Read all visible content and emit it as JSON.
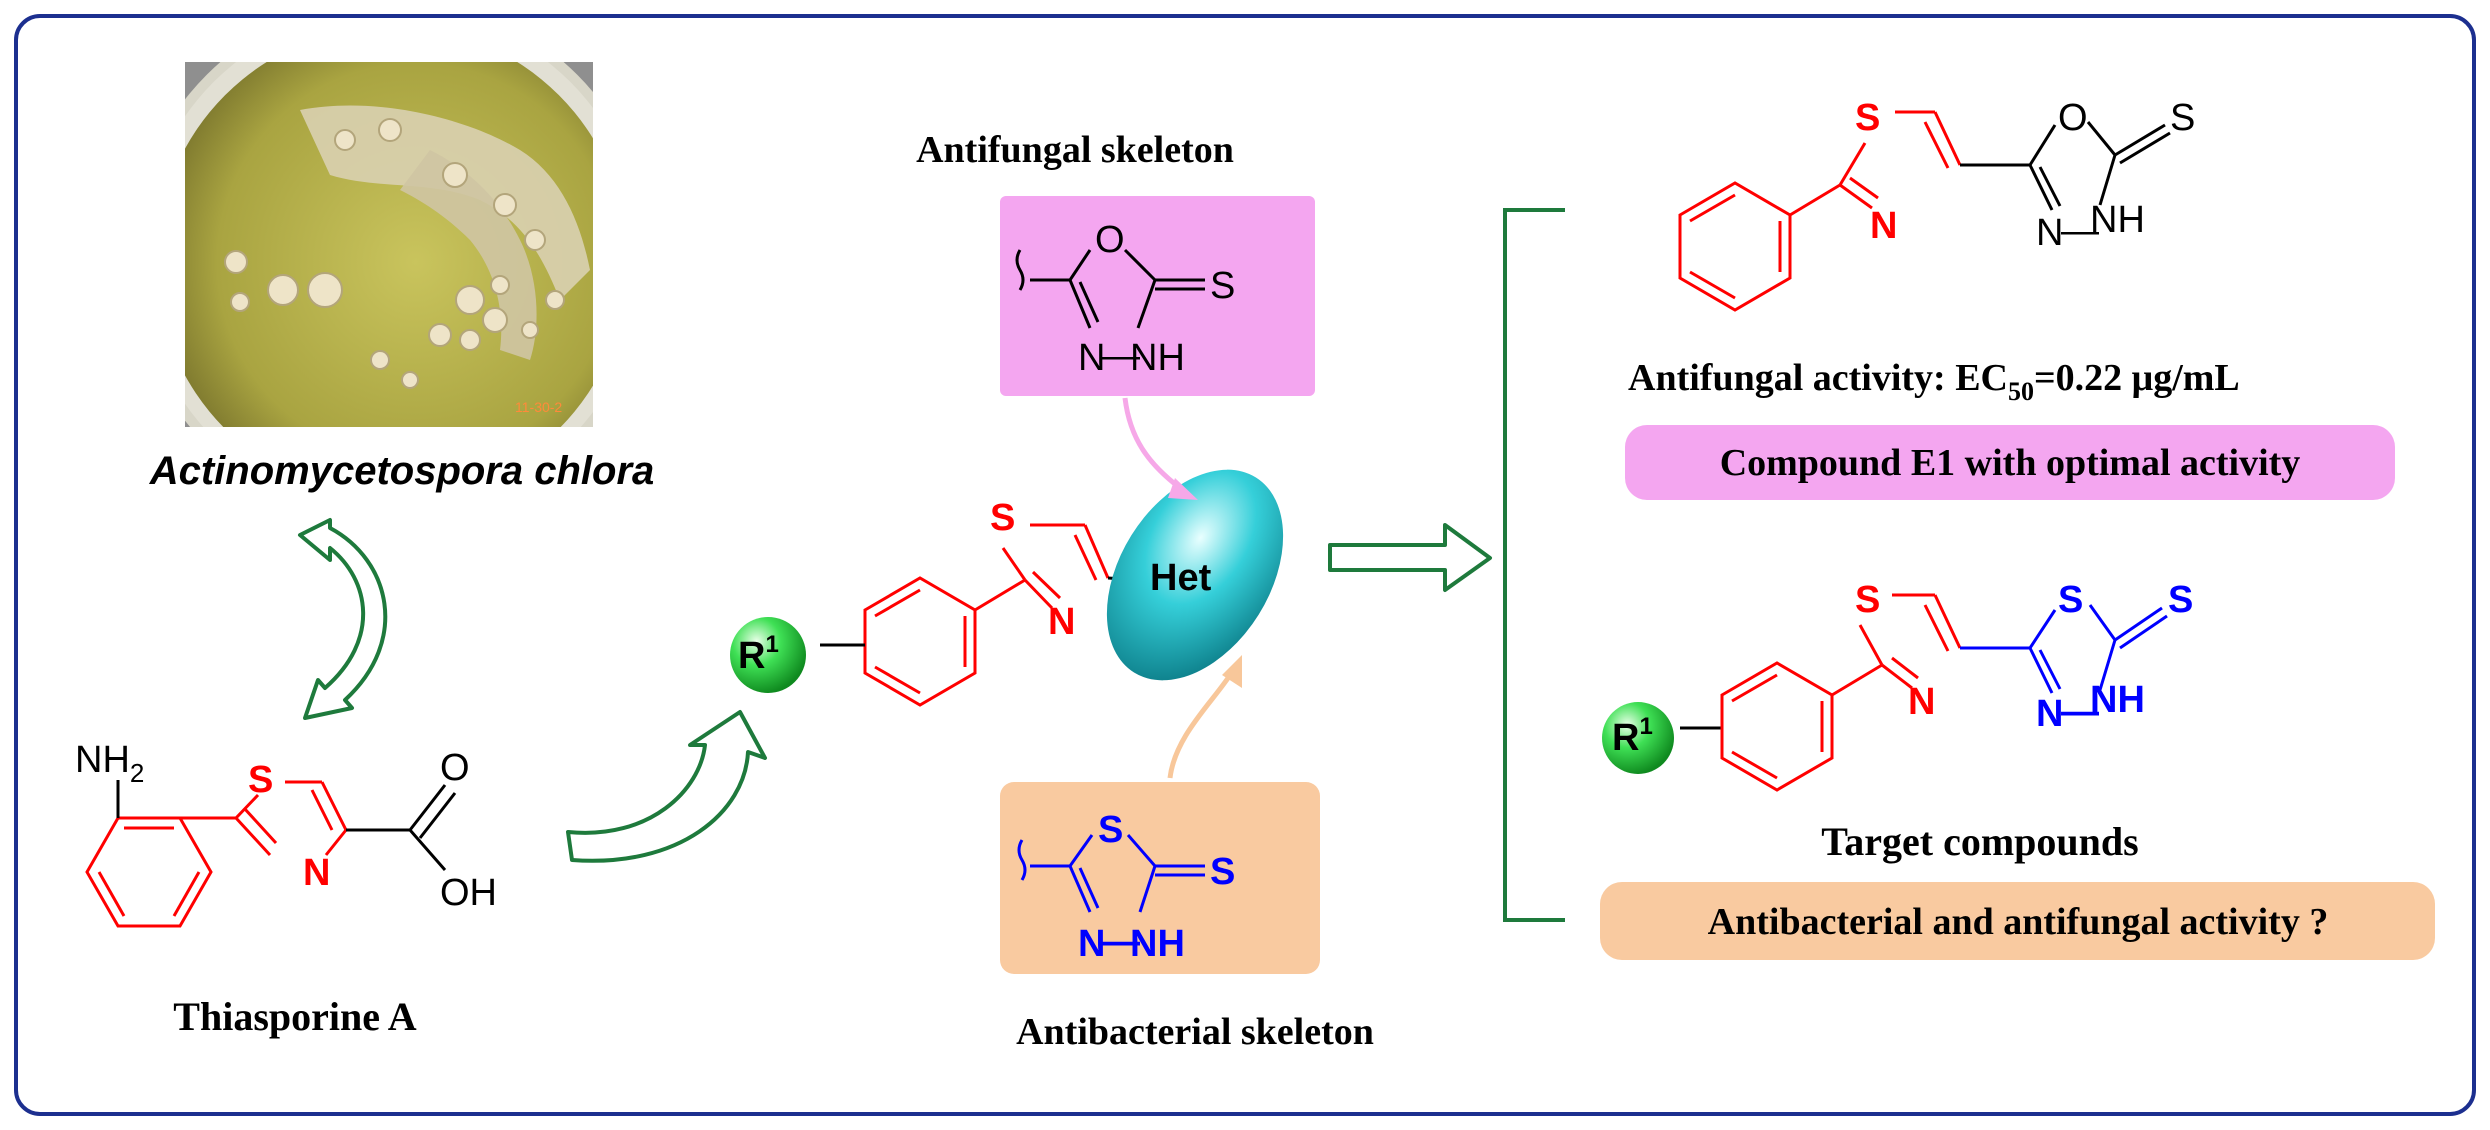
{
  "organism": {
    "name": "Actinomycetospora chlora",
    "photo_stamp": "11-30-2"
  },
  "natural_product": {
    "name": "Thiasporine A",
    "atoms": {
      "amine": "NH",
      "amine_sub": "2",
      "s": "S",
      "n": "N",
      "o": "O",
      "oh": "OH"
    }
  },
  "core": {
    "substituent": "R",
    "substituent_sup": "1",
    "atoms": {
      "s": "S",
      "n": "N"
    },
    "het_label": "Het"
  },
  "antifungal_skeleton": {
    "title": "Antifungal skeleton",
    "atoms": {
      "o": "O",
      "s": "S",
      "n": "N",
      "nh": "NH",
      "dash": "—"
    }
  },
  "antibacterial_skeleton": {
    "title": "Antibacterial skeleton",
    "atoms": {
      "s1": "S",
      "s2": "S",
      "n": "N",
      "nh": "NH",
      "dash": "—"
    }
  },
  "compound_e1": {
    "activity_prefix": "Antifungal activity: EC",
    "activity_sub": "50",
    "activity_value": "=0.22  μg/mL",
    "label": "Compound E1 with optimal activity",
    "atoms": {
      "s": "S",
      "n": "N",
      "o": "O",
      "s2": "S",
      "n2": "N",
      "nh": "NH",
      "dash": "—"
    }
  },
  "targets": {
    "name": "Target compounds",
    "question": "Antibacterial and antifungal activity ?",
    "substituent": "R",
    "substituent_sup": "1",
    "atoms": {
      "s": "S",
      "n": "N",
      "s2": "S",
      "s3": "S",
      "n2": "N",
      "nh": "NH",
      "dash": "—"
    }
  },
  "colors": {
    "frame": "#1c2f8f",
    "arrow_green": "#1e7a3c",
    "red": "#ff0000",
    "blue": "#0000ff",
    "pink_box": "#f4a6f0",
    "orange_box": "#f9caa0",
    "pink_arrow": "#f6a8e8",
    "orange_arrow": "#f8c79a",
    "het_cyan": "#2fc4d0",
    "r_ball": "#39d64a"
  }
}
